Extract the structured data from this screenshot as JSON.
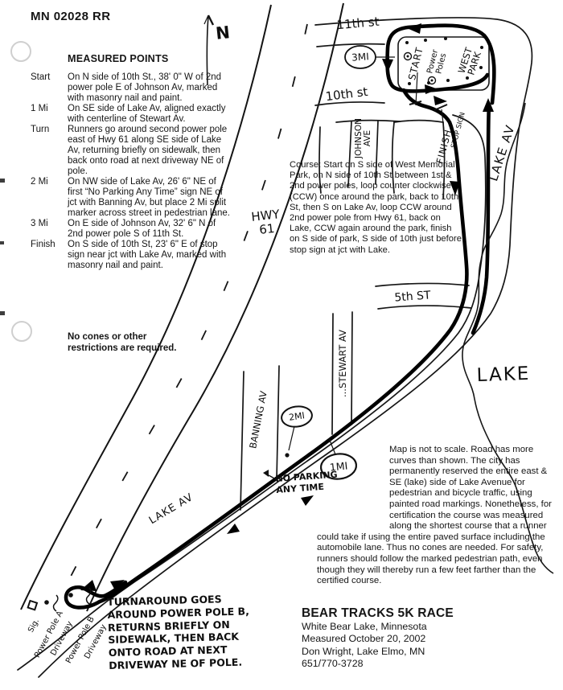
{
  "colors": {
    "paper": "#ffffff",
    "ink": "#111111"
  },
  "header": {
    "certification_id": "MN 02028 RR"
  },
  "measured_points": {
    "heading": "MEASURED POINTS",
    "items": [
      {
        "label": "Start",
        "text": "On N side of 10th St., 38' 0\" W of 2nd power pole E of Johnson Av, marked with masonry nail and paint."
      },
      {
        "label": "1 Mi",
        "text": "On SE side of Lake Av, aligned exactly with centerline of Stewart Av."
      },
      {
        "label": "Turn",
        "text": "Runners go around second power pole east of Hwy 61 along SE side of Lake Av, returning briefly on sidewalk, then back onto road at next driveway NE of pole."
      },
      {
        "label": "2 Mi",
        "text": "On NW side of Lake Av, 26' 6\" NE of first “No Parking Any Time” sign NE of jct with Banning Av, but place 2 Mi split marker across street in pedestrian lane."
      },
      {
        "label": "3 Mi",
        "text": "On E side of Johnson Av, 32' 6\" N of 2nd power pole S of 11th St."
      },
      {
        "label": "Finish",
        "text": "On S side of 10th St, 23' 6\" E of stop sign near jct with Lake Av, marked with masonry nail and paint."
      }
    ],
    "note": "No cones or other restrictions are required."
  },
  "course_description": "Course: Start on S side of West Memorial Park, on N side of 10th St between 1st & 2nd power poles, loop counter clockwise (CCW) once around the park, back to 10th St, then S on Lake Av, loop CCW around 2nd power pole from Hwy 61, back on Lake, CCW again around the park, finish on S side of park, S side of 10th just before stop sign at jct with Lake.",
  "map_note": "Map is not to scale.  Road has more curves than shown.  The city has permanently reserved the entire east & SE (lake) side of Lake Avenue for pedestrian and bicycle traffic, using painted road markings.  Nonetheless, for certification the course was measured along the shortest course that a runner could take if using the entire paved surface including the automobile lane.  Thus no cones are needed.  For safety, runners should follow the marked pedestrian path, even though they will thereby run a few feet farther than the certified course.",
  "race_info": {
    "title": "BEAR TRACKS 5K RACE",
    "lines": [
      "White Bear Lake, Minnesota",
      "Measured October 20, 2002",
      "Don Wright, Lake Elmo, MN",
      "651/770-3728"
    ]
  },
  "map_labels": {
    "north": "N",
    "eleventh_st": "11th st",
    "tenth_st": "10th st",
    "three_mi": "3MI",
    "two_mi": "2MI",
    "one_mi": "1MI",
    "start_point": "START",
    "power_poles_line1": "Power",
    "power_poles_line2": "Poles",
    "west_park_line1": "WEST",
    "west_park_line2": "PARK",
    "johnson_ave_line1": "JOHNSON",
    "johnson_ave_line2": "AVE",
    "finish_point": "FINISH",
    "stop_sign": "STOP SIGN",
    "lake_av_north": "LAKE AV",
    "hwy_line1": "HWY",
    "hwy_line2": "61",
    "fifth_st": "5th ST",
    "stewart_av": "...STEWART AV",
    "banning_av": "BANNING AV",
    "no_parking_line1": "NO PARKING",
    "no_parking_line2": "ANY TIME",
    "lake_av_south": "LAKE AV",
    "lake": "LAKE",
    "sign": "Sig.",
    "power_pole_a": "Power Pole A",
    "driveway_a": "Driveway",
    "power_pole_b": "Power Pole B",
    "driveway_b": "Driveway"
  },
  "turnaround_note": {
    "lines": [
      "TURNAROUND GOES",
      "AROUND POWER POLE B,",
      "RETURNS BRIEFLY ON",
      "SIDEWALK, THEN BACK",
      "ONTO ROAD AT NEXT",
      "DRIVEWAY NE OF POLE."
    ]
  }
}
